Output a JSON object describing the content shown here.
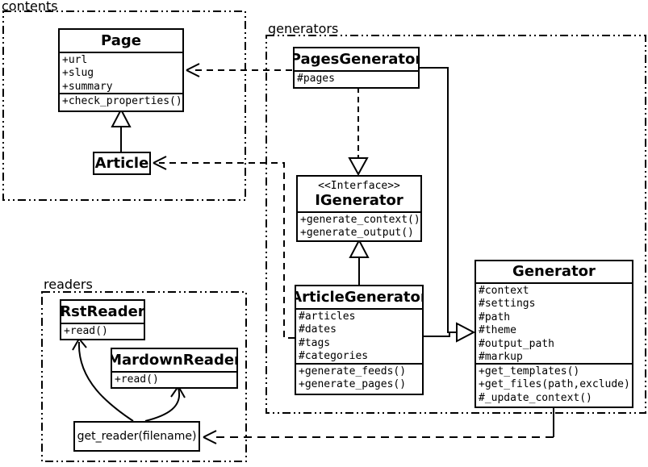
{
  "diagram": {
    "colors": {
      "stroke": "#000000",
      "background": "#ffffff",
      "box_fill": "#ffffff"
    },
    "packages": {
      "contents": {
        "label": "contents"
      },
      "generators": {
        "label": "generators"
      },
      "readers": {
        "label": "readers"
      }
    },
    "classes": {
      "page": {
        "title": "Page",
        "attributes": [
          "+url",
          "+slug",
          "+summary"
        ],
        "methods": [
          "+check_properties()"
        ]
      },
      "article": {
        "title": "Article"
      },
      "pages_generator": {
        "title": "PagesGenerator",
        "attributes": [
          "#pages"
        ]
      },
      "igenerator": {
        "stereotype": "<<Interface>>",
        "title": "IGenerator",
        "methods": [
          "+generate_context()",
          "+generate_output()"
        ]
      },
      "article_generator": {
        "title": "ArticleGenerator",
        "attributes": [
          "#articles",
          "#dates",
          "#tags",
          "#categories"
        ],
        "methods": [
          "+generate_feeds()",
          "+generate_pages()"
        ]
      },
      "generator": {
        "title": "Generator",
        "attributes": [
          "#context",
          "#settings",
          "#path",
          "#theme",
          "#output_path",
          "#markup"
        ],
        "methods": [
          "+get_templates()",
          "+get_files(path,exclude)",
          "#_update_context()"
        ]
      },
      "rst_reader": {
        "title": "RstReader",
        "methods": [
          "+read()"
        ]
      },
      "mardown_reader": {
        "title": "MardownReader",
        "methods": [
          "+read()"
        ]
      },
      "get_reader": {
        "title": "get_reader(filename)"
      }
    },
    "relations": [
      {
        "from": "Article",
        "to": "Page",
        "type": "inheritance"
      },
      {
        "from": "PagesGenerator",
        "to": "IGenerator",
        "type": "realization"
      },
      {
        "from": "ArticleGenerator",
        "to": "IGenerator",
        "type": "inheritance"
      },
      {
        "from": "PagesGenerator",
        "to": "Generator",
        "type": "inheritance"
      },
      {
        "from": "ArticleGenerator",
        "to": "Generator",
        "type": "inheritance"
      },
      {
        "from": "PagesGenerator",
        "to": "Page",
        "type": "dependency"
      },
      {
        "from": "ArticleGenerator",
        "to": "Article",
        "type": "dependency"
      },
      {
        "from": "Generator",
        "to": "get_reader(filename)",
        "type": "dependency"
      },
      {
        "from": "get_reader(filename)",
        "to": "RstReader",
        "type": "arrow"
      },
      {
        "from": "get_reader(filename)",
        "to": "MardownReader",
        "type": "arrow"
      }
    ]
  }
}
